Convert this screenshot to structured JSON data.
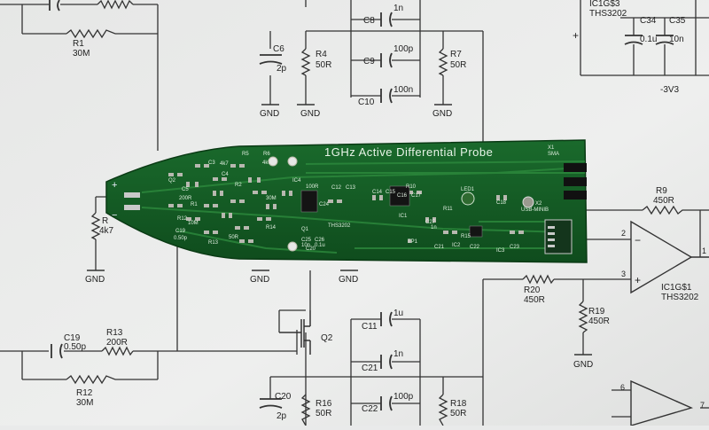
{
  "schematic": {
    "top": {
      "r1": {
        "ref": "R1",
        "value": "30M"
      },
      "c6": {
        "ref": "C6",
        "value": "2p"
      },
      "r4": {
        "ref": "R4",
        "value": "50R"
      },
      "c8": {
        "ref": "C8",
        "value": "1n"
      },
      "c9": {
        "ref": "C9",
        "value": "100p"
      },
      "c10": {
        "ref": "C10",
        "value": "100n"
      },
      "r7": {
        "ref": "R7",
        "value": "50R"
      },
      "ic": {
        "ref": "IC1G$3",
        "value": "THS3202"
      },
      "c34": {
        "ref": "C34",
        "value": "0.1u"
      },
      "c35": {
        "ref": "C35",
        "value": "10n"
      },
      "neg_rail": "-3V3",
      "plus": "+"
    },
    "middle": {
      "r_in": {
        "ref": "R",
        "value": "4k7"
      },
      "r9": {
        "ref": "R9",
        "value": "450R"
      },
      "r20": {
        "ref": "R20",
        "value": "450R"
      },
      "r19": {
        "ref": "R19",
        "value": "450R"
      },
      "amp": {
        "ref": "IC1G$1",
        "value": "THS3202"
      },
      "pin_minus": "2",
      "pin_plus": "3",
      "pin_out": "1",
      "minus": "−",
      "plus": "+"
    },
    "bottom": {
      "c19": {
        "ref": "C19",
        "value": "0.50p"
      },
      "r13": {
        "ref": "R13",
        "value": "200R"
      },
      "r12": {
        "ref": "R12",
        "value": "30M"
      },
      "q2": {
        "ref": "Q2"
      },
      "c11": {
        "ref": "C11",
        "value": "1u"
      },
      "c21": {
        "ref": "C21",
        "value": "1n"
      },
      "c22": {
        "ref": "C22",
        "value": "100p"
      },
      "c20": {
        "ref": "C20",
        "value": "2p"
      },
      "r16": {
        "ref": "R16",
        "value": "50R"
      },
      "r18": {
        "ref": "R18",
        "value": "50R"
      },
      "pin6": "6",
      "pin7": "7"
    },
    "gnd_label": "GND"
  },
  "pcb": {
    "title": "1GHz Active Differential Probe",
    "plus": "+",
    "minus": "−",
    "x1": "X1",
    "sma": "SMA",
    "x2": "X2",
    "usb": "USB-MINIB",
    "led": "LED1",
    "tp": "TP1",
    "ic_label": "THS3202",
    "silk": [
      "C3",
      "C4",
      "C5",
      "R5",
      "R6",
      "C12",
      "C13",
      "C14",
      "C15",
      "C16",
      "C17",
      "C18",
      "C25",
      "C26",
      "C27",
      "R10",
      "R11",
      "R12",
      "R13",
      "R14",
      "R15",
      "C19",
      "C20",
      "C21",
      "C22",
      "C23",
      "C24",
      "IC1",
      "IC2",
      "IC3",
      "IC4",
      "Q1",
      "Q2",
      "R1",
      "R2",
      "R3"
    ],
    "values": [
      "4k7",
      "4k7",
      "200R",
      "30M",
      "10M",
      "100R",
      "0.50p",
      "50R",
      "10n",
      "0.1u",
      "1n"
    ]
  }
}
